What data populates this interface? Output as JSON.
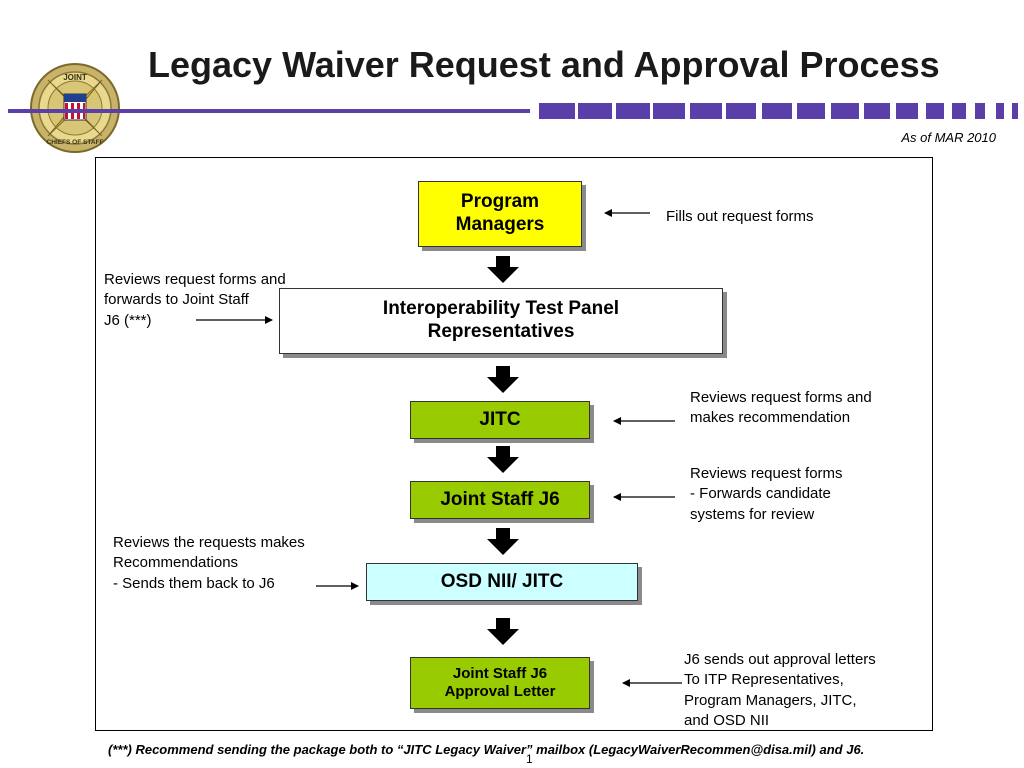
{
  "title": "Legacy Waiver Request and Approval Process",
  "date": "As of MAR 2010",
  "logo": {
    "name": "jcs-seal",
    "text_top": "JOINT",
    "text_bottom": "CHIEFS OF STAFF"
  },
  "boxes": {
    "program_managers": "Program\nManagers",
    "itp_reps": "Interoperability Test Panel\nRepresentatives",
    "jitc": "JITC",
    "joint_staff_j6": "Joint Staff J6",
    "osd_nii_jitc": "OSD NII/ JITC",
    "approval_letter": "Joint Staff J6\nApproval Letter"
  },
  "annotations": {
    "program_managers": "Fills out request forms",
    "itp_reps": "Reviews request forms and\nforwards to Joint Staff\nJ6  (***)",
    "jitc": "Reviews request forms and\nmakes recommendation",
    "joint_staff_j6": "Reviews request forms\n- Forwards candidate\nsystems for review",
    "osd_nii_jitc": "Reviews the requests makes\nRecommendations\n- Sends them back to J6",
    "approval_letter": "J6 sends out approval letters\nTo ITP Representatives,\nProgram Managers, JITC,\n and OSD NII"
  },
  "colors": {
    "yellow": "#ffff00",
    "white": "#ffffff",
    "green": "#99cc00",
    "light_blue": "#ccffff",
    "accent_purple": "#5b3fa8",
    "arrow": "#000000"
  },
  "footnote": "(***) Recommend sending the package both to “JITC Legacy Waiver” mailbox (LegacyWaiverRecommen@disa.mil) and J6.",
  "page_number": "1"
}
